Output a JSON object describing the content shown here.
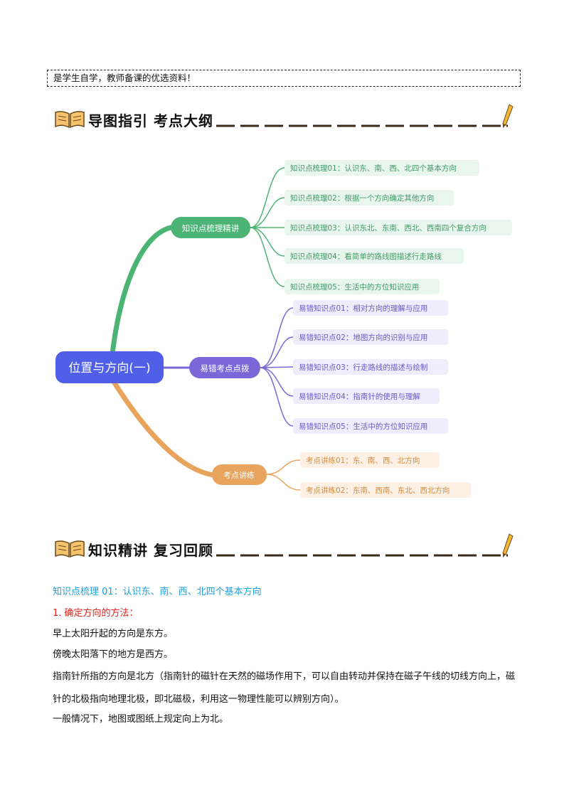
{
  "banner": {
    "text": "是学生自学，教师备课的优选资料！"
  },
  "section1": {
    "title": "导图指引  考点大纲"
  },
  "section2": {
    "title": "知识精讲  复习回顾"
  },
  "mindmap": {
    "root": "位置与方向(一)",
    "branches": [
      {
        "label": "知识点梳理精讲",
        "color": "#4bb475",
        "items": [
          "知识点梳理01：认识东、南、西、北四个基本方向",
          "知识点梳理02：根据一个方向确定其他方向",
          "知识点梳理03：认识东北、东南、西北、西南四个复合方向",
          "知识点梳理04：看简单的路线图描述行走路线",
          "知识点梳理05：生活中的方位知识应用"
        ]
      },
      {
        "label": "易错考点点拨",
        "color": "#7b67d8",
        "items": [
          "易错知识点01：相对方向的理解与应用",
          "易错知识点02：地图方向的识别与应用",
          "易错知识点03：行走路线的描述与绘制",
          "易错知识点04：指南针的使用与理解",
          "易错知识点05：生活中的方位知识应用"
        ]
      },
      {
        "label": "考点讲练",
        "color": "#e8a45c",
        "items": [
          "考点讲练01：东、南、西、北方向",
          "考点讲练02：东南、西南、东北、西北方向"
        ]
      }
    ]
  },
  "content": {
    "heading": "知识点梳理 01：认识东、南、西、北四个基本方向",
    "sub_heading": "1.  确定方向的方法：",
    "line1": "早上太阳升起的方向是东方。",
    "line2": "傍晚太阳落下的地方是西方。",
    "line3": "指南针所指的方向是北方（指南针的磁针在天然的磁场作用下，可以自由转动并保持在磁子午线的切线方向上，磁针的北极指向地理北极，即北磁极，利用这一物理性能可以辨别方向）。",
    "line4": "一般情况下，地图或图纸上规定向上为北。"
  },
  "colors": {
    "green": "#4bb475",
    "purple": "#7b67d8",
    "orange": "#e8a45c",
    "root": "#4f5fe8",
    "heading_blue": "#1aa1e0",
    "heading_red": "#e0231b"
  }
}
